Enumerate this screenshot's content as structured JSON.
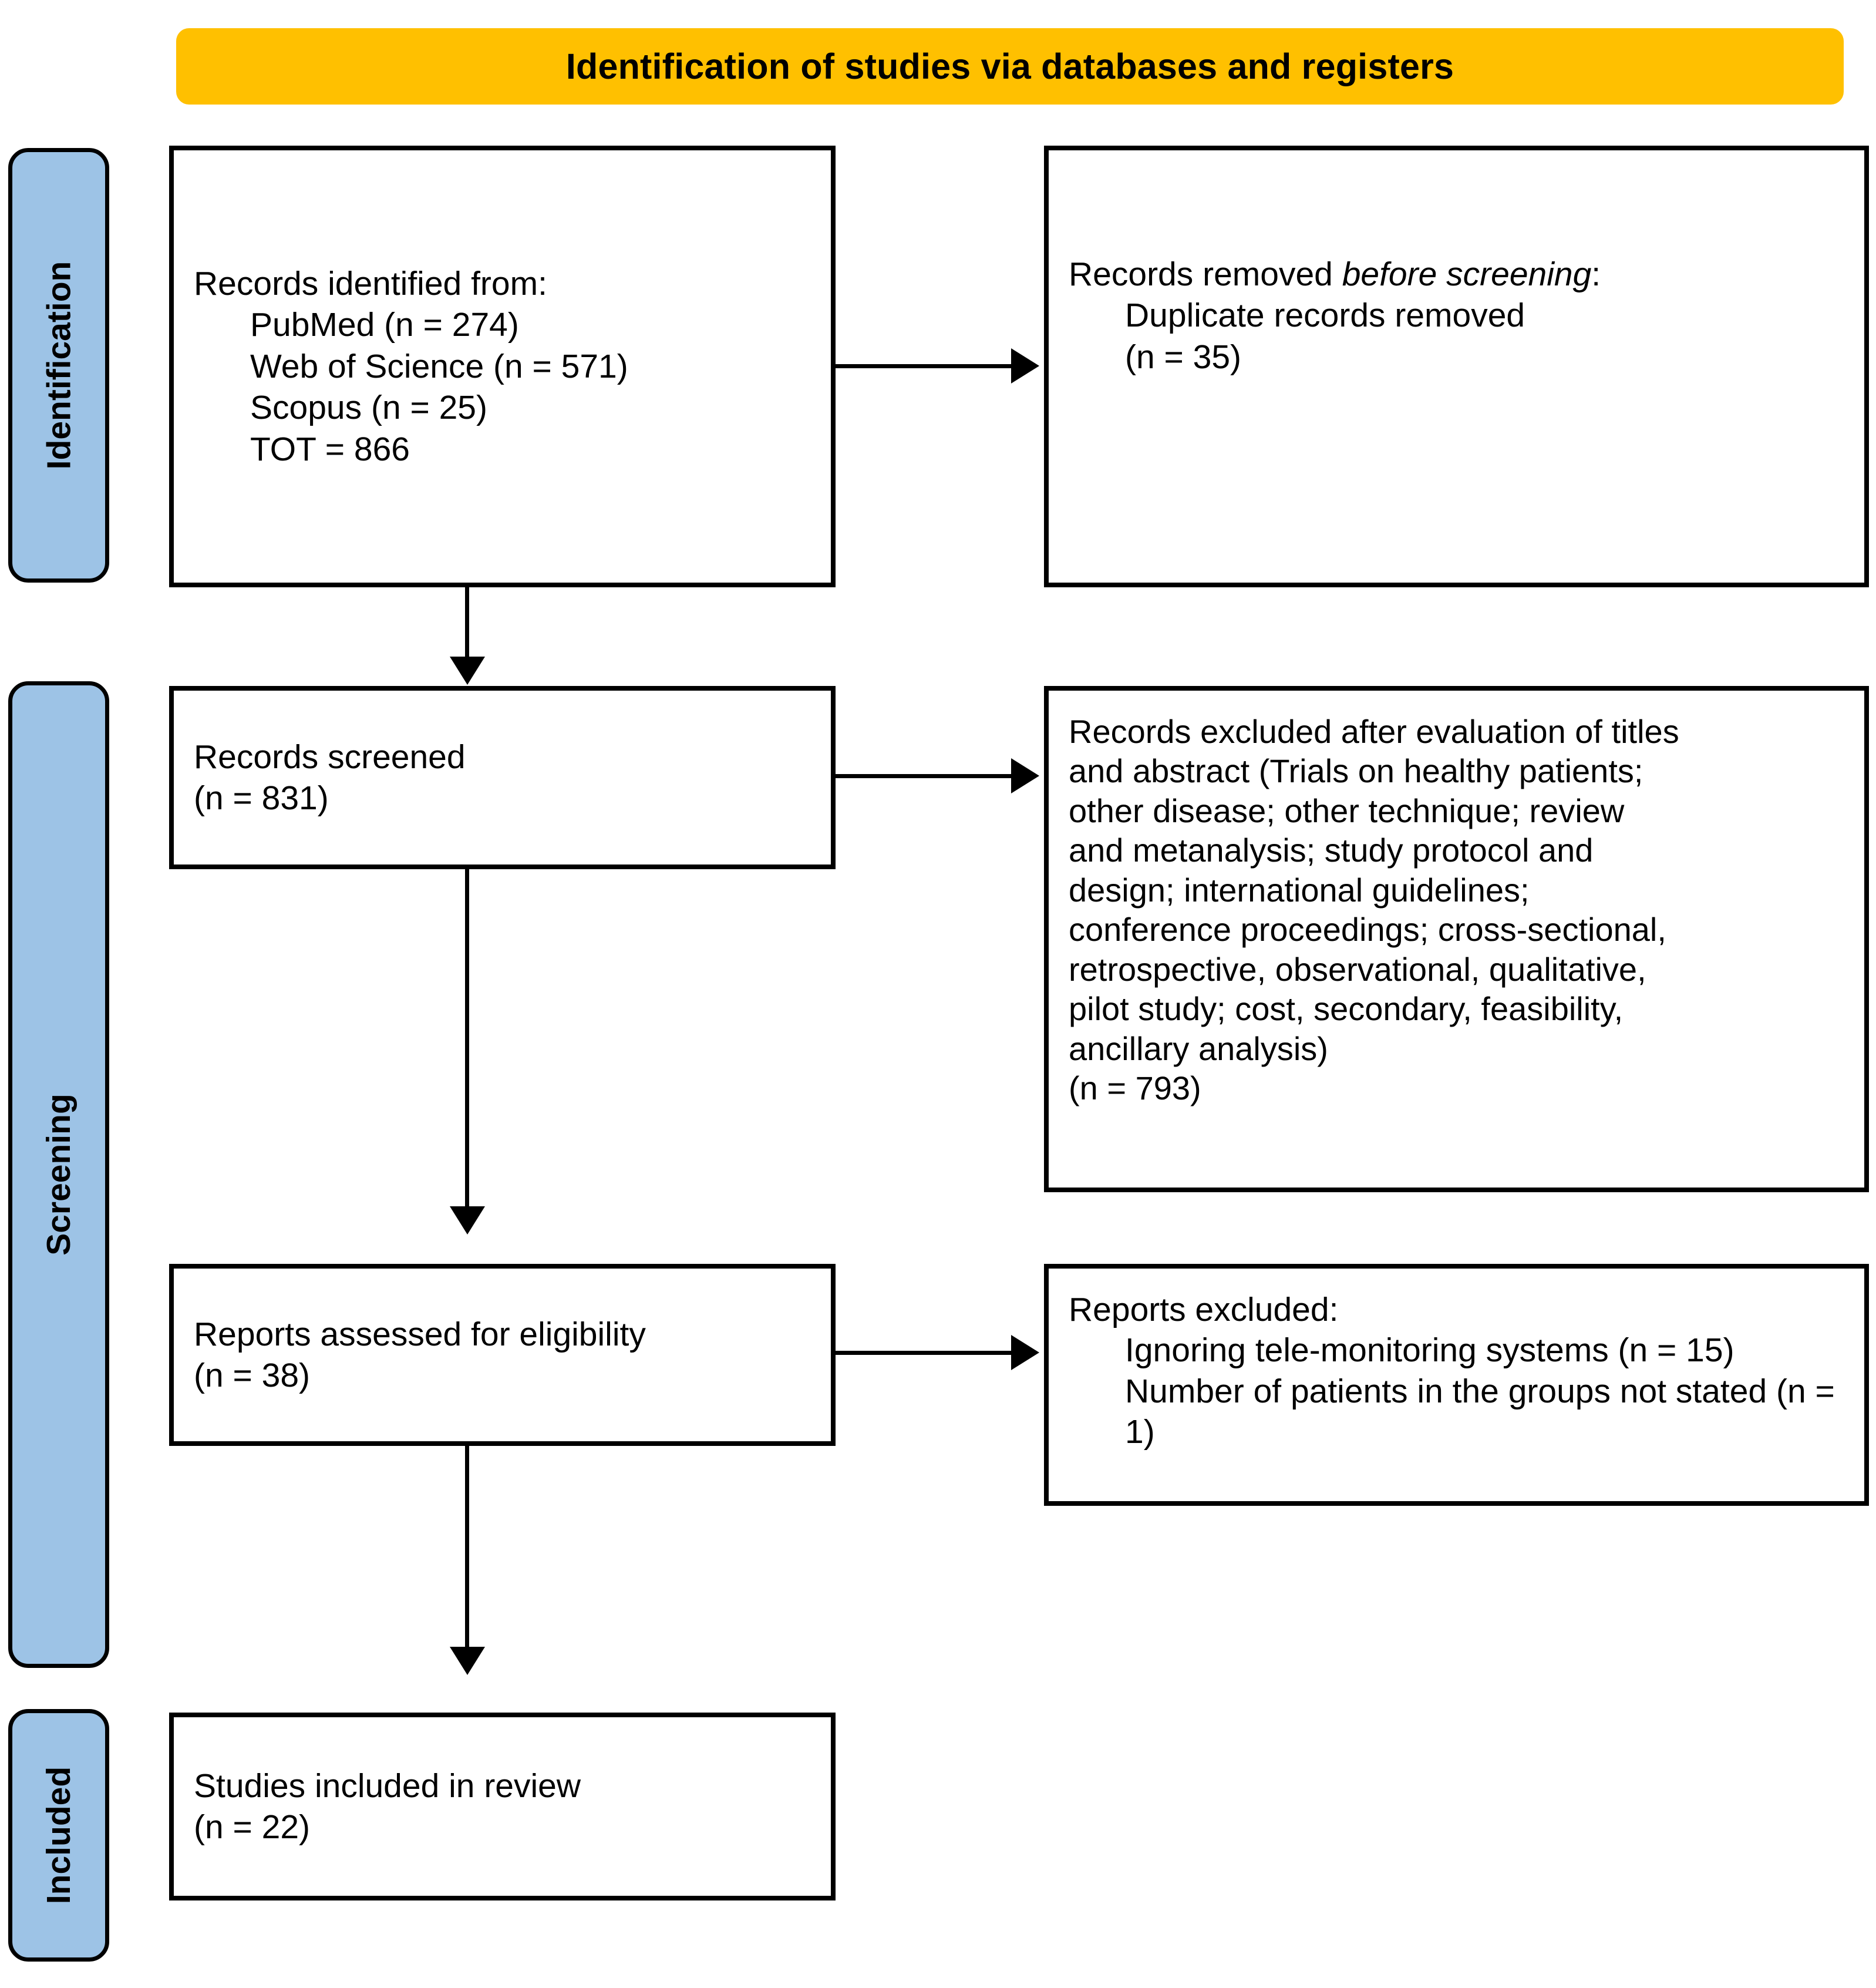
{
  "header": {
    "title": "Identification of studies via databases and registers",
    "background_color": "#FFC000"
  },
  "phases": {
    "accent_color": "#9DC3E6",
    "items": [
      {
        "id": "identification",
        "label": "Identification"
      },
      {
        "id": "screening",
        "label": "Screening"
      },
      {
        "id": "included",
        "label": "Included"
      }
    ]
  },
  "boxes": {
    "identified": {
      "title": "Records identified from:",
      "sources": [
        "PubMed (n = 274)",
        "Web of Science (n = 571)",
        "Scopus (n = 25)",
        "TOT = 866"
      ]
    },
    "removed": {
      "title_prefix": "Records removed ",
      "title_italic": "before screening",
      "title_suffix": ":",
      "lines": [
        "Duplicate records removed",
        "(n = 35)"
      ]
    },
    "screened": {
      "line1": "Records screened",
      "line2": "(n = 831)"
    },
    "excluded_titles": {
      "lines": [
        "Records excluded after evaluation of titles",
        "and abstract (Trials on healthy patients;",
        "other disease; other technique; review",
        "and metanalysis; study protocol and",
        "design; international guidelines;",
        "conference proceedings; cross-sectional,",
        "retrospective, observational, qualitative,",
        "pilot study; cost, secondary, feasibility,",
        "ancillary analysis)",
        "(n = 793)"
      ]
    },
    "eligibility": {
      "line1": "Reports assessed for eligibility",
      "line2": "(n = 38)"
    },
    "reports_excluded": {
      "title": "Reports excluded:",
      "items": [
        "Ignoring tele-monitoring systems (n = 15)",
        "Number of patients in the groups not stated (n = 1)"
      ]
    },
    "included": {
      "line1": "Studies included in review",
      "line2": "(n = 22)"
    }
  },
  "connectors": [
    {
      "id": "identified-to-removed",
      "type": "arrow-right"
    },
    {
      "id": "identified-to-screened",
      "type": "arrow-down"
    },
    {
      "id": "screened-to-excluded-titles",
      "type": "arrow-right"
    },
    {
      "id": "screened-to-eligibility",
      "type": "arrow-down"
    },
    {
      "id": "eligibility-to-reports-excluded",
      "type": "arrow-right"
    },
    {
      "id": "eligibility-to-included",
      "type": "arrow-down"
    }
  ]
}
